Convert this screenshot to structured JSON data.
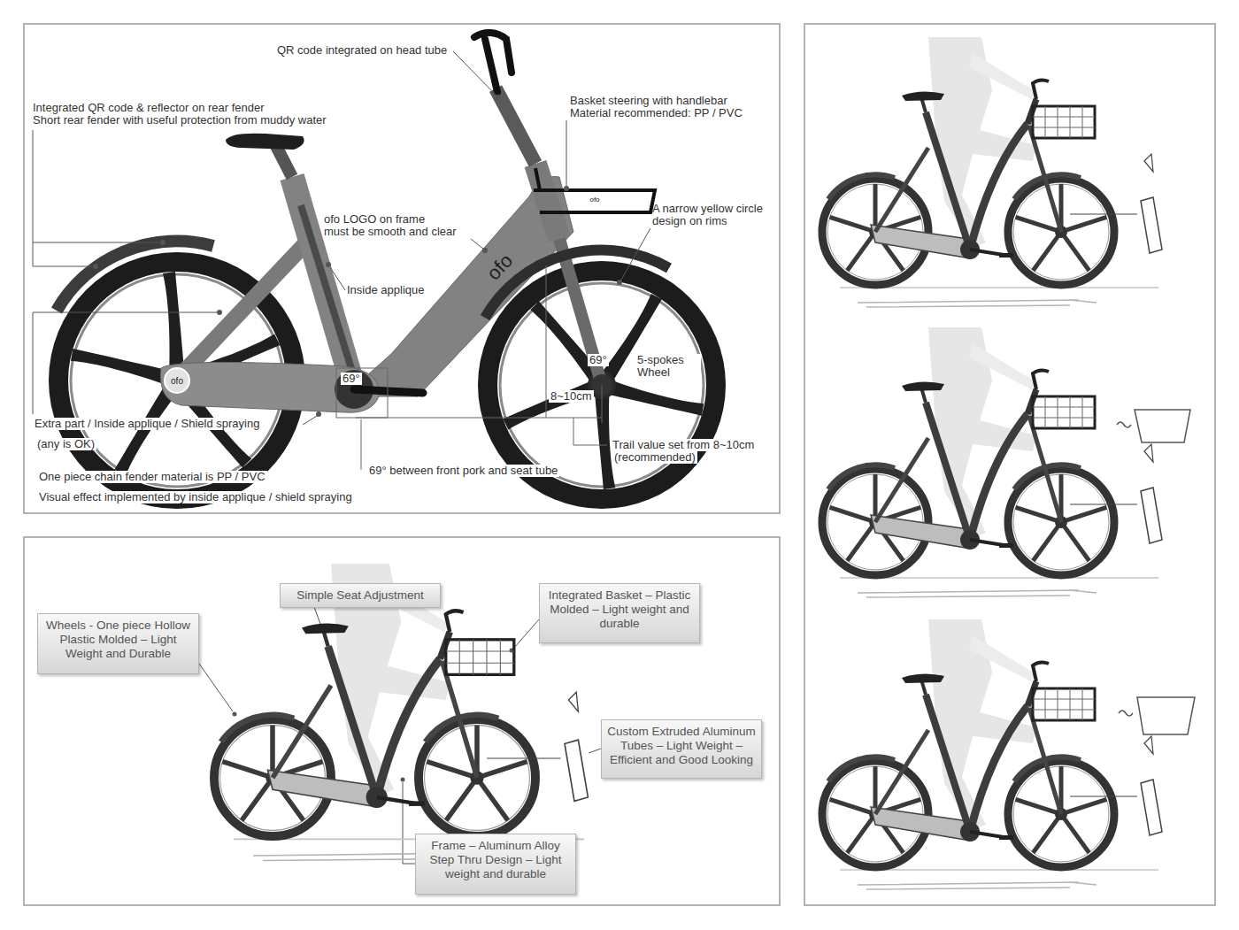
{
  "diagram": {
    "nodes": [
      {
        "text": [
          "Wheels - One piece Hollow Plastic Molded – Light Weight and Durable"
        ]
      },
      {
        "text": [
          "Simple Seat Adjustment"
        ]
      },
      {
        "text": [
          "Integrated Basket – Plastic Molded – Light weight and durable"
        ]
      },
      {
        "text": [
          "Custom Extruded Aluminum Tubes – Light Weight – Efficient and Good Looking"
        ]
      },
      {
        "text": [
          "Frame – Aluminum Alloy Step Thru Design – Light weight and durable"
        ]
      }
    ],
    "labels": [
      "QR code integrated on head tube",
      "Integrated QR code & reflector on rear fender",
      "Short rear fender with useful protection from muddy water",
      "Basket steering with handlebar",
      "Material recommended: PP / PVC",
      "ofo LOGO on frame",
      "must be smooth and clear",
      "A narrow yellow circle",
      "design on rims",
      "ofo",
      "ofo",
      "Inside applique",
      "5-spokes Wheel",
      "ofo",
      "69°",
      "69°",
      "8~10cm",
      "Extra part / Inside applique / Shield spraying",
      "(any is OK)",
      "Trail value set from 8~10cm",
      "(recommended)",
      "69° between front pork and seat tube",
      "One piece chain fender material is PP / PVC",
      "Visual effect implemented by inside applique / shield spraying"
    ]
  }
}
